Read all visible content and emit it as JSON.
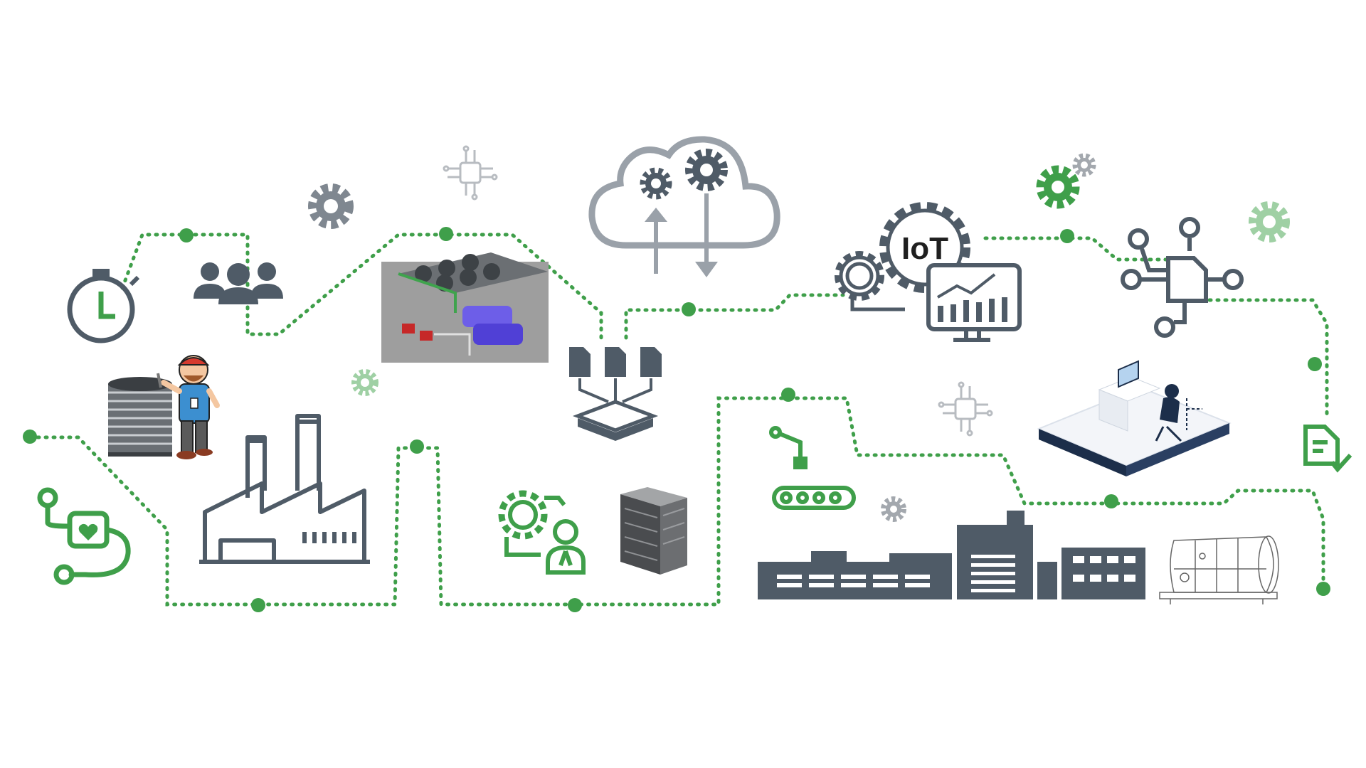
{
  "labels": {
    "iot": "IoT"
  },
  "colors": {
    "green": "#3f9f4a",
    "light_green": "#8fcc94",
    "slate": "#4f5b67",
    "gray": "#a3a8ae",
    "cloud": "#9aa1a9",
    "blue_equipment": "#6d5ee8"
  },
  "icons": [
    "stopwatch-icon",
    "team-icon",
    "heart-monitor-icon",
    "factory-icon",
    "hvac-technician-illustration",
    "chiller-equipment-image",
    "cloud-gears-icon",
    "documents-to-tray-icon",
    "gear-person-icon",
    "cooling-tower-image",
    "iot-analytics-icon",
    "file-network-icon",
    "robot-conveyor-icon",
    "workstation-isometric-illustration",
    "document-check-icon",
    "industrial-buildings-icon",
    "boiler-sketch-image"
  ]
}
